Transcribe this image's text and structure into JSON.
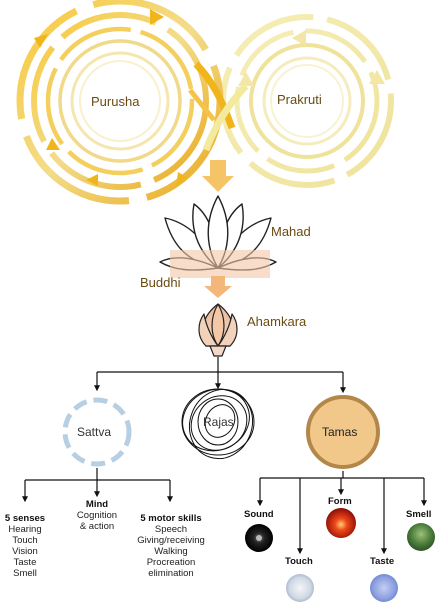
{
  "top": {
    "left_circle": "Purusha",
    "right_circle": "Prakruti"
  },
  "lotus": {
    "upper_label": "Mahad",
    "lower_label": "Buddhi"
  },
  "bud": {
    "label": "Ahamkara"
  },
  "gunas": {
    "sattva": "Sattva",
    "rajas": "Rajas",
    "tamas": "Tamas"
  },
  "senses": {
    "title": "5 senses",
    "items": [
      "Hearing",
      "Touch",
      "Vision",
      "Taste",
      "Smell"
    ]
  },
  "mind": {
    "title": "Mind",
    "items": [
      "Cognition",
      "& action"
    ]
  },
  "motor": {
    "title": "5 motor skills",
    "items": [
      "Speech",
      "Giving/receiving",
      "Walking",
      "Procreation",
      "elimination"
    ]
  },
  "elements": {
    "sound": "Sound",
    "touch": "Touch",
    "form": "Form",
    "taste": "Taste",
    "smell": "Smell"
  },
  "colors": {
    "gold": "#f1b51c",
    "pale_gold": "#f4eaa0",
    "brown_text": "#6b4a12",
    "sattva_blue": "#b7cfe3",
    "tamas_fill": "#f1c88a",
    "tamas_ring": "#b3864a"
  }
}
